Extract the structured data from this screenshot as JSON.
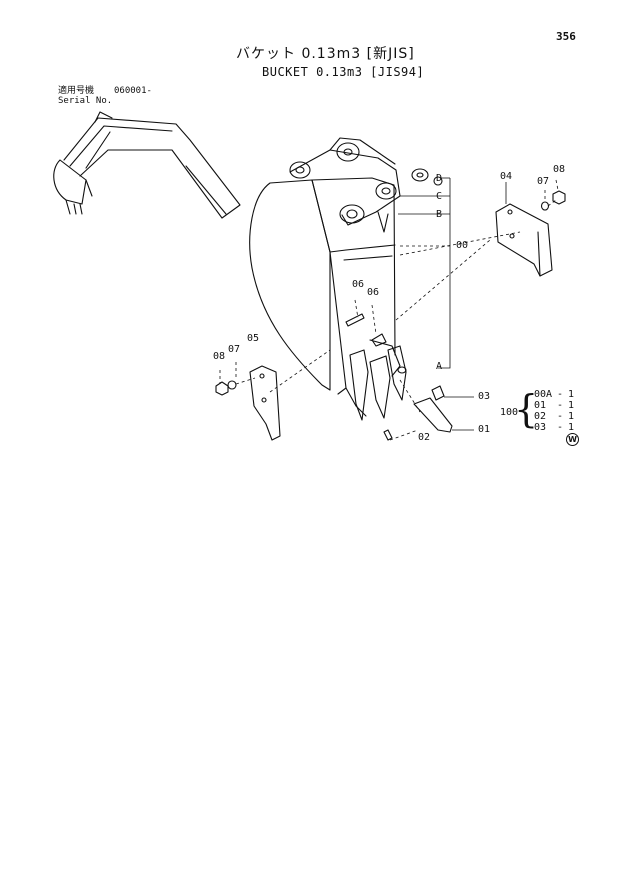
{
  "page_number": "356",
  "title_jp": "バケット 0.13m3 [新JIS]",
  "title_en": "BUCKET 0.13m3 [JIS94]",
  "serial": {
    "label_jp": "適用号機",
    "label_en": "Serial No.",
    "value": "060001-"
  },
  "callouts": {
    "p00": "00",
    "p01": "01",
    "p02": "02",
    "p03": "03",
    "p04": "04",
    "p05": "05",
    "p06a": "06",
    "p06b": "06",
    "p07a": "07",
    "p07b": "07",
    "p08a": "08",
    "p08b": "08",
    "refA": "A",
    "refB": "B",
    "refC": "C",
    "refD": "D"
  },
  "assembly": {
    "qty_label": "100",
    "rows": [
      {
        "part": "00A",
        "qty": "1"
      },
      {
        "part": "01",
        "qty": "1"
      },
      {
        "part": "02",
        "qty": "1"
      },
      {
        "part": "03",
        "qty": "1"
      }
    ],
    "mark": "W"
  }
}
